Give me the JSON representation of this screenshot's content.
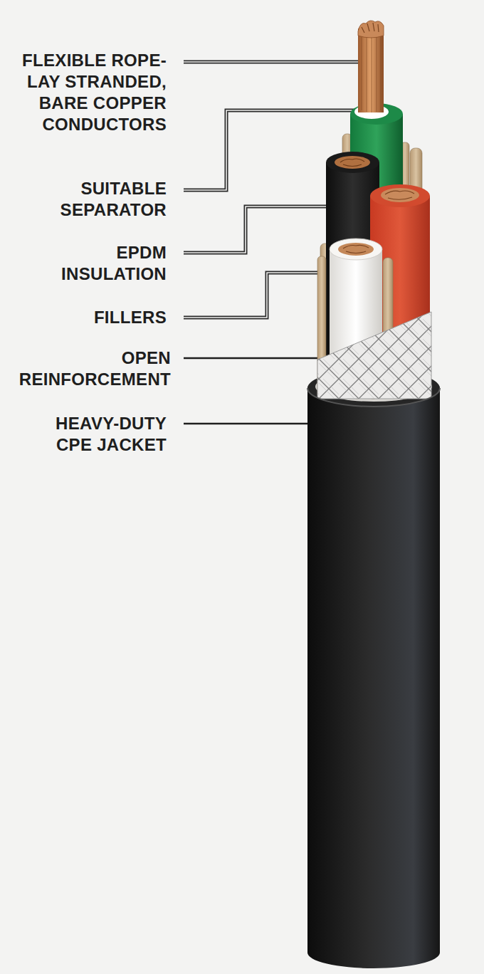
{
  "diagram": {
    "labels": [
      "FLEXIBLE ROPE-LAY STRANDED, BARE COPPER CONDUCTORS",
      "SUITABLE SEPARATOR",
      "EPDM INSULATION",
      "FILLERS",
      "OPEN REINFORCEMENT",
      "HEAVY-DUTY CPE JACKET"
    ]
  }
}
